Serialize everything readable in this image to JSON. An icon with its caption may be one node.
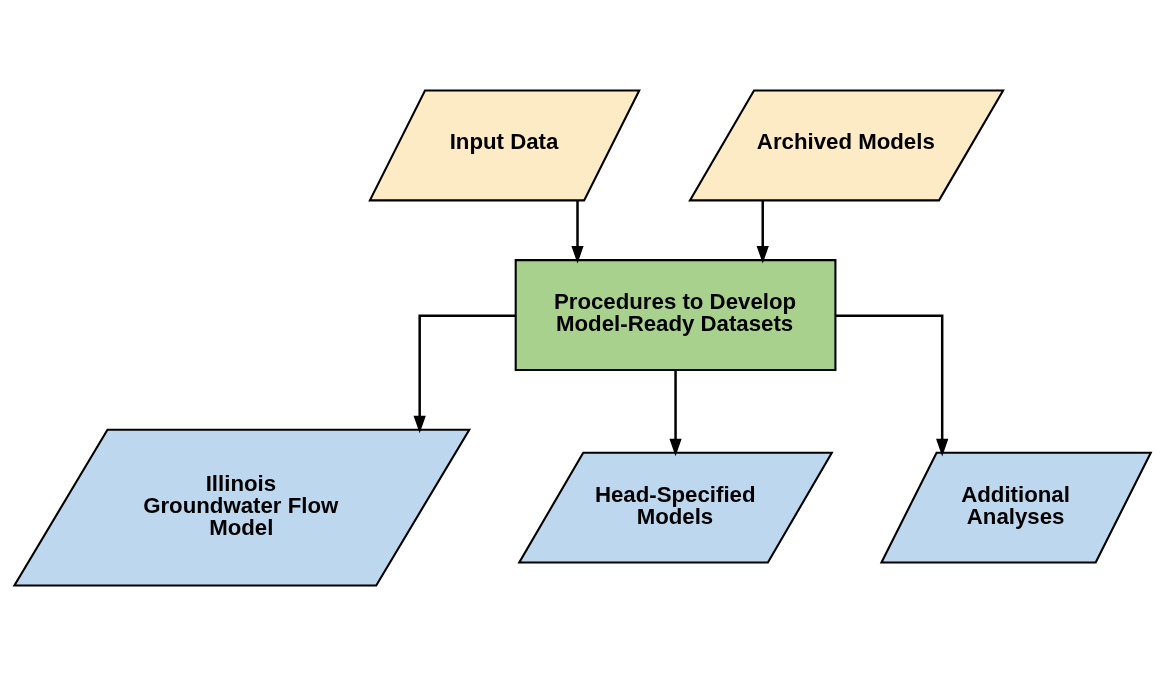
{
  "diagram": {
    "nodes": [
      {
        "text": [
          "Input Data"
        ]
      },
      {
        "text": [
          "Archived Models"
        ]
      },
      {
        "text": [
          "Procedures to Develop Model-Ready Datasets"
        ]
      },
      {
        "text": [
          "Illinois Groundwater Flow Model"
        ]
      },
      {
        "text": [
          "Head-Specified Models"
        ]
      },
      {
        "text": [
          "Additional Analyses"
        ]
      }
    ],
    "edges": [
      {
        "from": 0,
        "to": 2,
        "arrow": "to"
      },
      {
        "from": 1,
        "to": 2,
        "arrow": "to"
      },
      {
        "from": 2,
        "to": 3,
        "arrow": "to"
      },
      {
        "from": 2,
        "to": 4,
        "arrow": "to"
      },
      {
        "from": 2,
        "to": 5,
        "arrow": "to"
      }
    ]
  }
}
